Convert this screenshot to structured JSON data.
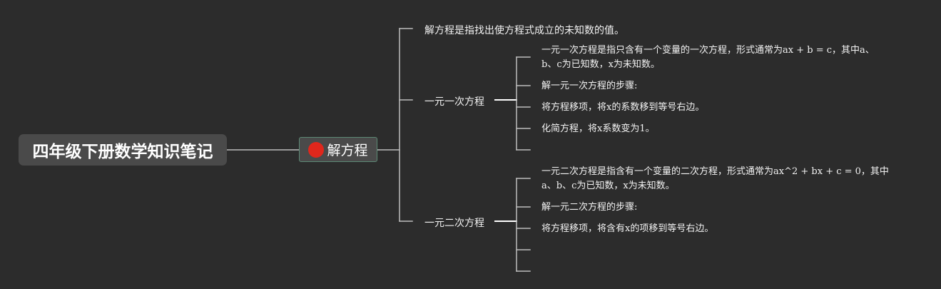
{
  "root": {
    "title": "四年级下册数学知识笔记"
  },
  "main_topic": {
    "label": "解方程",
    "badge_color": "#e0271c",
    "badge_icon": "marker-dot-icon"
  },
  "definition": "解方程是指找出使方程式成立的未知数的值。",
  "branches": [
    {
      "label": "一元一次方程",
      "items": [
        {
          "line1": "一元一次方程是指只含有一个变量的一次方程，形式通常为ax + b = c，其中a、",
          "line2": "b、c为已知数，x为未知数。"
        },
        {
          "text": "解一元一次方程的步骤:"
        },
        {
          "text": "将方程移项，将x的系数移到等号右边。"
        },
        {
          "text": "化简方程，将x系数变为1。"
        },
        {
          "text": ""
        }
      ]
    },
    {
      "label": "一元二次方程",
      "items": [
        {
          "line1": "一元二次方程是指含有一个变量的二次方程，形式通常为ax^2 + bx + c = 0，其中",
          "line2": "a、b、c为已知数，x为未知数。"
        },
        {
          "text": "解一元二次方程的步骤:"
        },
        {
          "text": "将方程移项，将含有x的项移到等号右边。"
        },
        {
          "text": ""
        },
        {
          "text": ""
        }
      ]
    }
  ],
  "colors": {
    "background": "#2c2c2c",
    "node_fill": "#4a4a4a",
    "main_border": "#5d8a76",
    "connector": "#ffffff",
    "text": "#f2f2f2"
  }
}
